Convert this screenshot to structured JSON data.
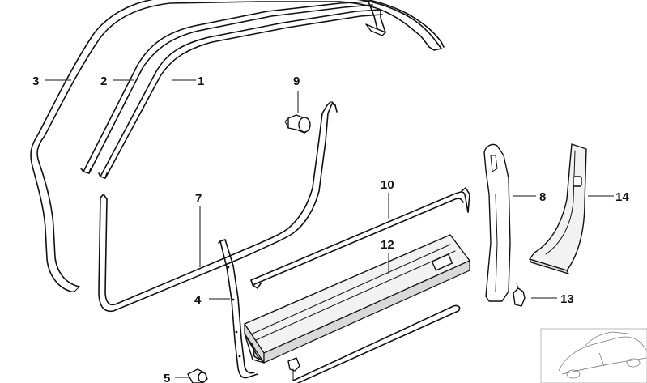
{
  "diagram": {
    "callouts": [
      {
        "id": "c1",
        "label": "1"
      },
      {
        "id": "c2",
        "label": "2"
      },
      {
        "id": "c3",
        "label": "3"
      },
      {
        "id": "c4",
        "label": "4"
      },
      {
        "id": "c5",
        "label": "5"
      },
      {
        "id": "c7",
        "label": "7"
      },
      {
        "id": "c8",
        "label": "8"
      },
      {
        "id": "c9",
        "label": "9"
      },
      {
        "id": "c10",
        "label": "10"
      },
      {
        "id": "c12",
        "label": "12"
      },
      {
        "id": "c13",
        "label": "13"
      },
      {
        "id": "c14",
        "label": "14"
      }
    ]
  }
}
